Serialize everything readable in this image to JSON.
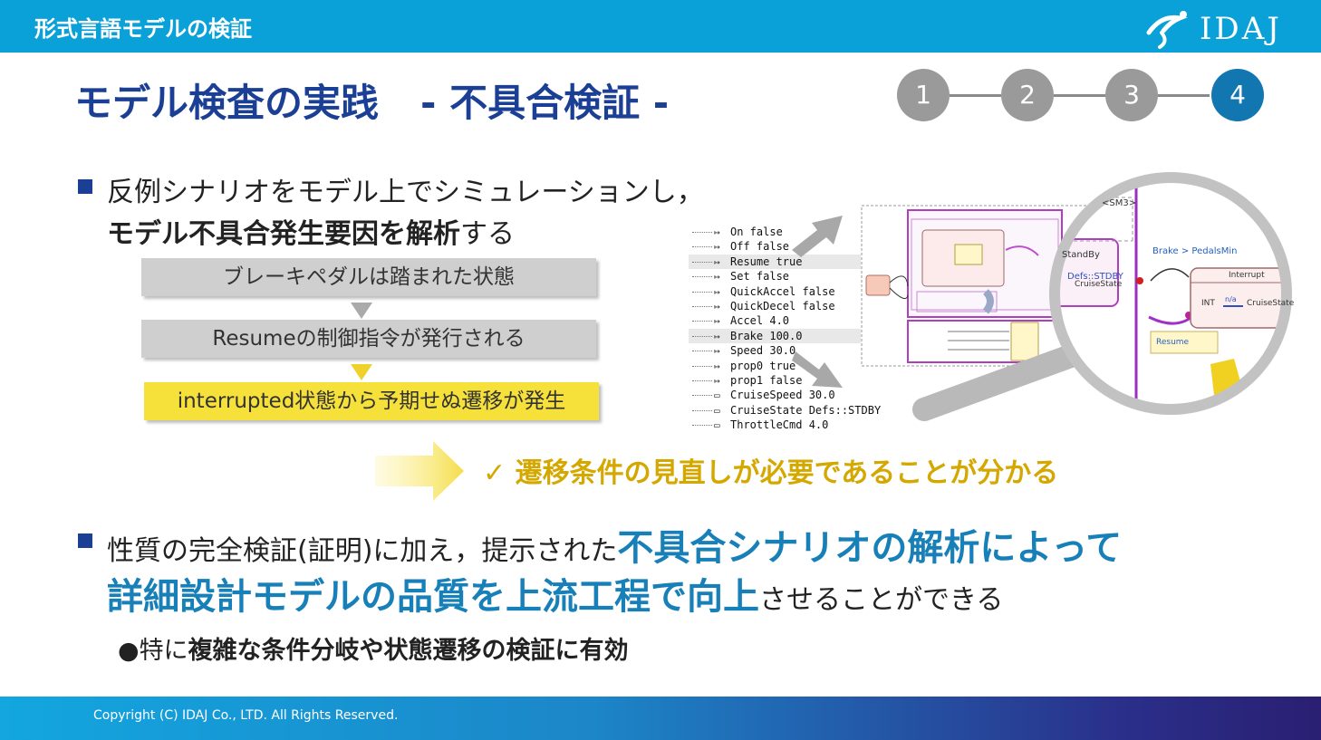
{
  "header": {
    "title": "形式言語モデルの検証",
    "logo_text": "IDAJ"
  },
  "slide": {
    "title": "モデル検査の実践",
    "subtitle": "- 不具合検証 -"
  },
  "steps": [
    "1",
    "2",
    "3",
    "4"
  ],
  "active_step": "4",
  "point1": {
    "line1": "反例シナリオをモデル上でシミュレーションし，",
    "line2_bold": "モデル不具合発生要因を解析",
    "line2_rest": "する"
  },
  "flow": [
    "ブレーキペダルは踏まれた状態",
    "Resumeの制御指令が発行される",
    "interrupted状態から予期せぬ遷移が発生"
  ],
  "sim_vars": [
    "On false",
    "Off false",
    "Resume true",
    "Set false",
    "QuickAccel false",
    "QuickDecel false",
    "Accel 4.0",
    "Brake 100.0",
    "Speed 30.0",
    "prop0 true",
    "prop1 false",
    "CruiseSpeed 30.0",
    "CruiseState Defs::STDBY",
    "ThrottleCmd 4.0"
  ],
  "zoom_labels": {
    "sm": "<SM3>",
    "standby": "StandBy",
    "defs": "Defs::STDBY",
    "cruisestate": "CruiseState",
    "brake_cond": "Brake > PedalsMin",
    "interrupt": "Interrupt",
    "int": "INT",
    "na": "n/a",
    "cruisestate2": "CruiseState",
    "resume": "Resume"
  },
  "result": {
    "check": "✓",
    "text": "遷移条件の見直しが必要であることが分かる"
  },
  "point2": {
    "line1_normal": "性質の完全検証(証明)に加え，提示された",
    "line1_bold": "不具合シナリオの解析によって",
    "line2_bold": "詳細設計モデルの品質を上流工程で向上",
    "line2_normal": "させることができる"
  },
  "subpoint": {
    "bullet": "●",
    "prefix": "特に",
    "bold": "複雑な条件分岐や状態遷移の検証に有効"
  },
  "footer": {
    "copyright": "Copyright (C)  IDAJ Co., LTD. All Rights Reserved."
  },
  "colors": {
    "accent": "#0aa0d8",
    "title": "#1b3f94",
    "highlight": "#1880b8",
    "result": "#d4a800",
    "active_step": "#1277b1"
  }
}
